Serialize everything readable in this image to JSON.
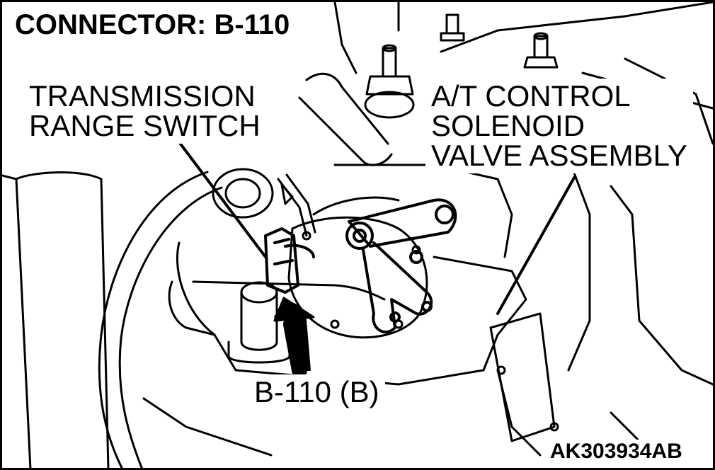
{
  "title": "CONNECTOR: B-110",
  "labels": {
    "transmission_range_switch": [
      "TRANSMISSION",
      "RANGE SWITCH"
    ],
    "at_control_solenoid": [
      "A/T CONTROL",
      "SOLENOID",
      "VALVE ASSEMBLY"
    ],
    "connector_callout": "B-110 (B)"
  },
  "figure_code": "AK303934AB",
  "colors": {
    "ink": "#000000",
    "paper": "#ffffff"
  }
}
